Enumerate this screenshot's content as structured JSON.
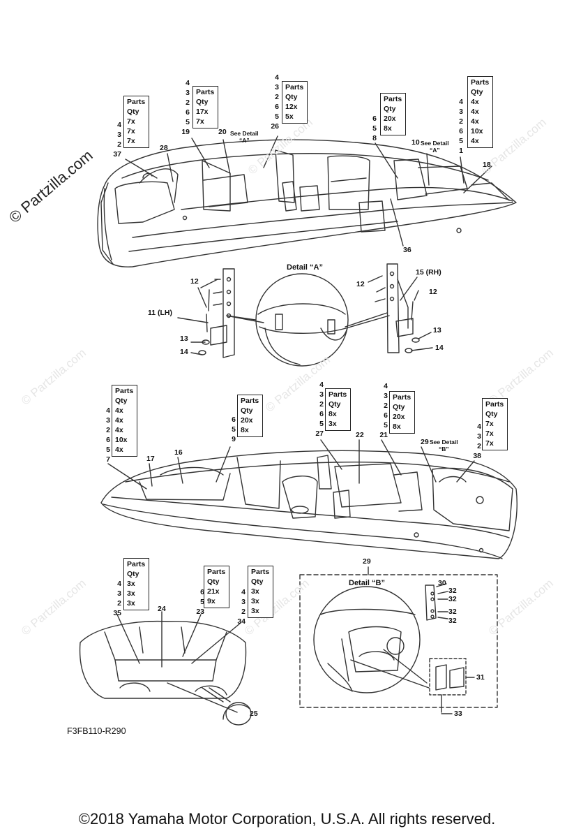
{
  "watermark": {
    "main": "© Partzilla.com",
    "faint": "© Partzilla.com"
  },
  "figure_code": "F3FB110-R290",
  "copyright": "©2018  Yamaha Motor Corporation, U.S.A. All rights reserved.",
  "detail_a": {
    "title": "Detail “A”"
  },
  "detail_b": {
    "title": "Detail “B”"
  },
  "see_detail_a": "See Detail\n“A”",
  "see_detail_b": "See Detail\n“B”",
  "tables": {
    "t37": {
      "header": [
        "Parts",
        "Qty"
      ],
      "refs": [
        "4",
        "3",
        "2",
        "37"
      ],
      "qtys": [
        "7x",
        "7x",
        "7x"
      ]
    },
    "t19": {
      "header": [
        "Parts",
        "Qty"
      ],
      "refs": [
        "4",
        "3",
        "2",
        "6",
        "5",
        "19"
      ],
      "qtys": [
        "17x",
        "7x"
      ]
    },
    "t26": {
      "header": [
        "Parts",
        "Qty"
      ],
      "refs": [
        "4",
        "3",
        "2",
        "6",
        "5",
        "26"
      ],
      "qtys": [
        "12x",
        "5x"
      ]
    },
    "t8": {
      "header": [
        "Parts",
        "Qty"
      ],
      "refs": [
        "6",
        "5",
        "8"
      ],
      "qtys": [
        "20x",
        "8x"
      ]
    },
    "t1": {
      "header": [
        "Parts",
        "Qty"
      ],
      "refs": [
        "4",
        "3",
        "2",
        "6",
        "5",
        "1"
      ],
      "qtys": [
        "4x",
        "4x",
        "4x",
        "10x",
        "4x"
      ]
    },
    "t7": {
      "header": [
        "Parts",
        "Qty"
      ],
      "refs": [
        "4",
        "3",
        "2",
        "6",
        "5",
        "7"
      ],
      "qtys": [
        "4x",
        "4x",
        "4x",
        "10x",
        "4x"
      ]
    },
    "t9": {
      "header": [
        "Parts",
        "Qty"
      ],
      "refs": [
        "6",
        "5",
        "9"
      ],
      "qtys": [
        "20x",
        "8x"
      ]
    },
    "t27": {
      "header": [
        "Parts",
        "Qty"
      ],
      "refs": [
        "4",
        "3",
        "2",
        "6",
        "5",
        "27"
      ],
      "qtys": [
        "8x",
        "3x"
      ]
    },
    "t21": {
      "header": [
        "Parts",
        "Qty"
      ],
      "refs": [
        "4",
        "3",
        "2",
        "6",
        "5",
        "21"
      ],
      "qtys": [
        "20x",
        "8x"
      ]
    },
    "t38": {
      "header": [
        "Parts",
        "Qty"
      ],
      "refs": [
        "4",
        "3",
        "2",
        "38"
      ],
      "qtys": [
        "7x",
        "7x",
        "7x"
      ]
    },
    "t35": {
      "header": [
        "Parts",
        "Qty"
      ],
      "refs": [
        "4",
        "3",
        "2",
        "35"
      ],
      "qtys": [
        "3x",
        "3x",
        "3x"
      ]
    },
    "t23": {
      "header": [
        "Parts",
        "Qty"
      ],
      "refs": [
        "6",
        "5",
        "23"
      ],
      "qtys": [
        "21x",
        "9x"
      ]
    },
    "t34": {
      "header": [
        "Parts",
        "Qty"
      ],
      "refs": [
        "4",
        "3",
        "2",
        "34"
      ],
      "qtys": [
        "3x",
        "3x",
        "3x"
      ]
    }
  },
  "callouts": {
    "c28": "28",
    "c20": "20",
    "c10": "10",
    "c18": "18",
    "c36": "36",
    "c12a": "12",
    "c11": "11 (LH)",
    "c13a": "13",
    "c14a": "14",
    "c12b": "12",
    "c15": "15 (RH)",
    "c12c": "12",
    "c13b": "13",
    "c14b": "14",
    "c17": "17",
    "c16": "16",
    "c22": "22",
    "c29": "29",
    "c24": "24",
    "c25": "25",
    "c29b": "29",
    "c30": "30",
    "c32a": "32",
    "c32b": "32",
    "c32c": "32",
    "c32d": "32",
    "c31": "31",
    "c33": "33"
  }
}
